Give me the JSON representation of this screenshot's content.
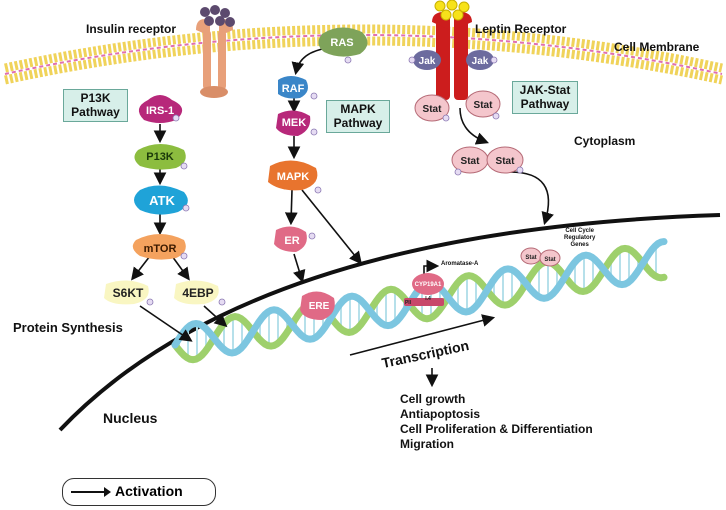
{
  "labels": {
    "insulin_receptor": "Insulin receptor",
    "leptin_receptor": "Leptin Receptor",
    "cell_membrane": "Cell Membrane",
    "cytoplasm": "Cytoplasm",
    "protein_synthesis": "Protein Synthesis",
    "nucleus": "Nucleus",
    "transcription": "Transcription",
    "aromatase": "Aromatase-A",
    "cell_cycle_genes_1": "Cell Cycle",
    "cell_cycle_genes_2": "Regulatory",
    "cell_cycle_genes_3": "Genes",
    "pii": "PII",
    "i4": "I.4"
  },
  "pathways": {
    "pi3k_1": "P13K",
    "pi3k_2": "Pathway",
    "mapk_1": "MAPK",
    "mapk_2": "Pathway",
    "jakstat_1": "JAK-Stat",
    "jakstat_2": "Pathway"
  },
  "nodes": {
    "irs1": "IRS-1",
    "p13k": "P13K",
    "atk": "ATK",
    "mtor": "mTOR",
    "s6kt": "S6KT",
    "ebp4": "4EBP",
    "ras": "RAS",
    "raf": "RAF",
    "mek": "MEK",
    "mapk": "MAPK",
    "er": "ER",
    "ere": "ERE",
    "jak_left": "Jak",
    "jak_right": "Jak",
    "stat_a": "Stat",
    "stat_b": "Stat",
    "stat_c": "Stat",
    "stat_d": "Stat",
    "stat_e": "Stat",
    "stat_f": "Stat",
    "cyp19a1": "CYP19A1"
  },
  "outcomes": [
    "Cell growth",
    "Antiapoptosis",
    "Cell Proliferation & Differentiation",
    "Migration"
  ],
  "legend": {
    "label": "Activation"
  },
  "colors": {
    "irs1": "#b7287a",
    "p13k": "#8cbd3f",
    "atk": "#1fa3d8",
    "mtor": "#f4a25e",
    "ras": "#7ea35a",
    "raf": "#3a86c8",
    "mek": "#b7287a",
    "mapk": "#e8742e",
    "er": "#e06a86",
    "stat": "#f4c6cc",
    "jak": "#6c6b9e",
    "leptin": "#cc1d1d",
    "insulin": "#e8a07a",
    "membrane": "#f3dc6b"
  }
}
